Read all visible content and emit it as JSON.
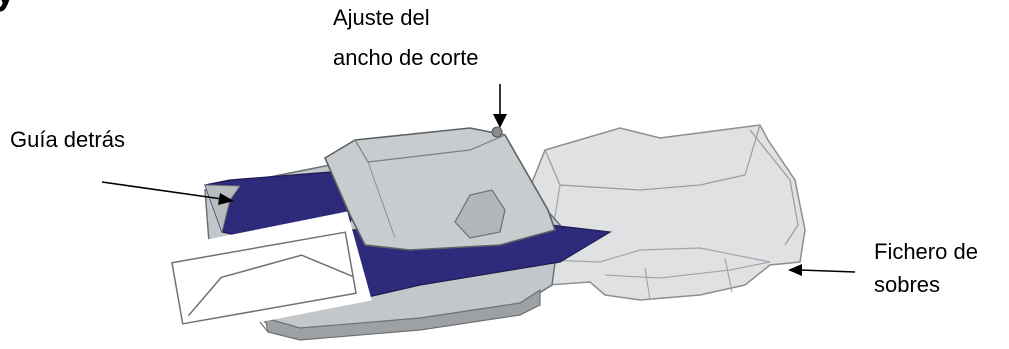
{
  "header": {
    "title_fragment": "y"
  },
  "labels": {
    "cut_width": [
      "Ajuste del",
      "ancho de corte"
    ],
    "rear_guide": "Guía detrás",
    "envelope_stacker": [
      "Fichero de",
      "sobres"
    ]
  },
  "colors": {
    "machine_body": "#c9ccce",
    "machine_dark": "#8a8d90",
    "guide_blue": "#2e2a7a",
    "tray": "#d8dadc",
    "line": "#000000"
  }
}
